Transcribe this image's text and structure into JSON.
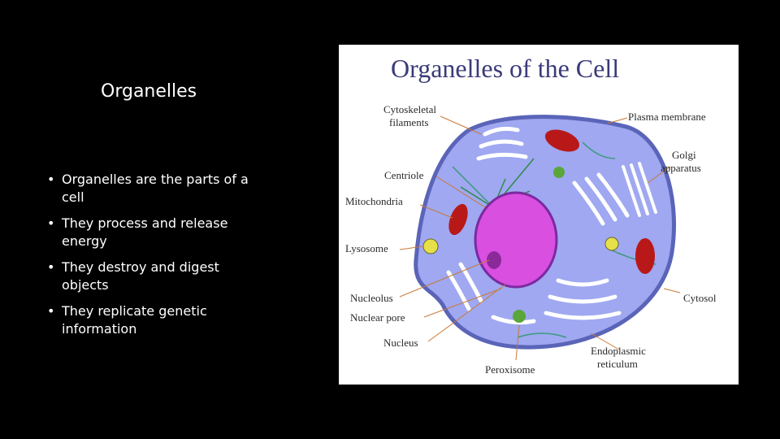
{
  "slide": {
    "title": "Organelles",
    "bullets": [
      "Organelles are the parts of a cell",
      "They process and release energy",
      "They destroy and digest objects",
      "They replicate genetic information"
    ]
  },
  "diagram": {
    "title": "Organelles of the Cell",
    "labels": {
      "cytoskeletal_line1": "Cytoskeletal",
      "cytoskeletal_line2": "filaments",
      "centriole": "Centriole",
      "mitochondria": "Mitochondria",
      "lysosome": "Lysosome",
      "nucleolus": "Nucleolus",
      "nuclear_pore": "Nuclear pore",
      "nucleus": "Nucleus",
      "peroxisome": "Peroxisome",
      "er_line1": "Endoplasmic",
      "er_line2": "reticulum",
      "cytosol": "Cytosol",
      "golgi_line1": "Golgi",
      "golgi_line2": "apparatus",
      "plasma_membrane": "Plasma membrane"
    },
    "colors": {
      "title": "#3a3a7a",
      "cytoplasm": "#9fa8f0",
      "membrane": "#5a64b8",
      "nucleus": "#d94fe0",
      "nucleolus": "#8a2a9a",
      "mitochondria": "#b81818",
      "lysosome": "#e6e04a",
      "peroxisome": "#5aa63a",
      "leader_lines": "#c87838"
    }
  }
}
